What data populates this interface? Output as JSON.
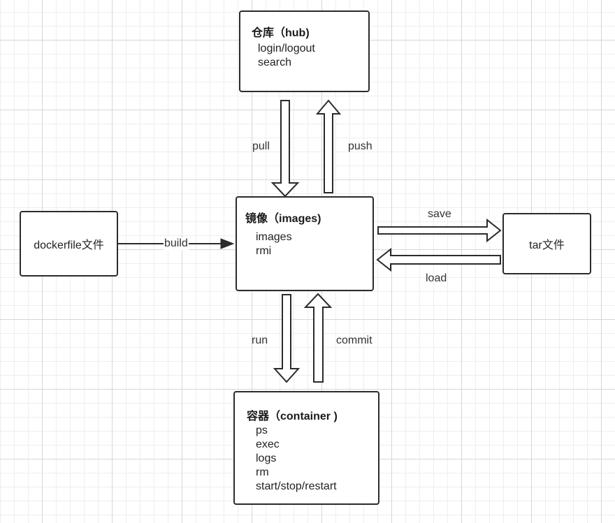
{
  "nodes": {
    "hub": {
      "title": "仓库（hub)",
      "items": [
        "login/logout",
        "search"
      ]
    },
    "images": {
      "title": "镜像（images)",
      "items": [
        "images",
        "rmi"
      ]
    },
    "container": {
      "title": "容器（container )",
      "items": [
        "ps",
        "exec",
        "logs",
        "rm",
        "start/stop/restart"
      ]
    },
    "dockerfile": {
      "label": "dockerfile文件"
    },
    "tar": {
      "label": "tar文件"
    }
  },
  "edges": {
    "pull": "pull",
    "push": "push",
    "build": "build",
    "save": "save",
    "load": "load",
    "run": "run",
    "commit": "commit"
  },
  "colors": {
    "stroke": "#2b2b2b",
    "background": "#ffffff",
    "grid_major": "#d6d6d6",
    "grid_minor": "#eeeeee"
  }
}
